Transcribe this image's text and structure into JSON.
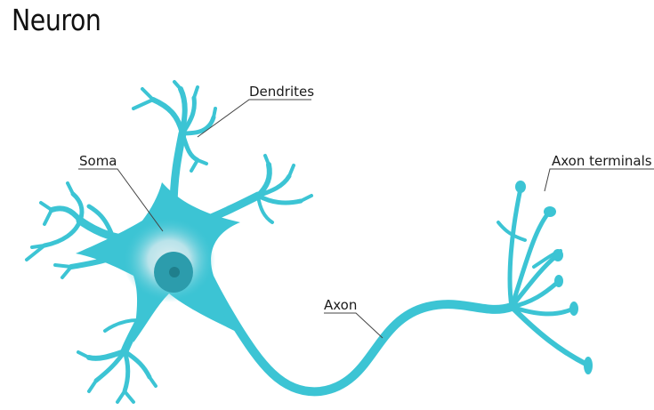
{
  "title": "Neuron",
  "labels": {
    "dendrites": "Dendrites",
    "soma": "Soma",
    "axon": "Axon",
    "axon_terminals": "Axon terminals"
  },
  "colors": {
    "neuron": "#3cc4d4",
    "neuron_dark": "#2aaebf",
    "soma_glow": "#d8eef1",
    "nucleus": "#2c9cac",
    "nucleolus": "#1f7f8c",
    "leader": "#444444",
    "text": "#1a1a1a"
  }
}
